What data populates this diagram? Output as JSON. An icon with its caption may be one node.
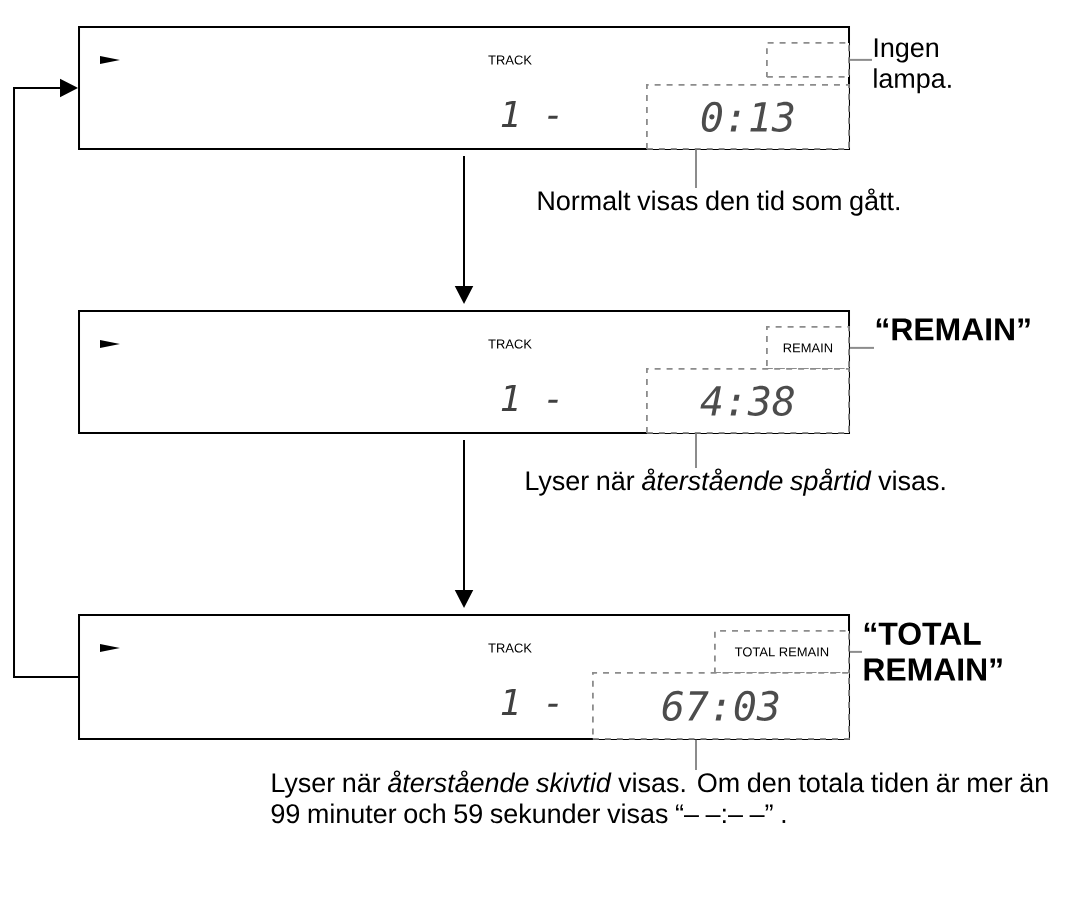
{
  "diagram": {
    "nodes": [
      {
        "text": [
          "TRACK",
          "1 -"
        ]
      },
      {
        "text": [],
        "shape": "box",
        "in": 0
      },
      {
        "text": [
          "0:13"
        ],
        "in": 0
      },
      {
        "text": [
          "Ingen lampa."
        ]
      },
      {
        "text": [
          "Normalt visas den tid som gått."
        ]
      },
      {
        "text": [
          "TRACK",
          "1 -"
        ]
      },
      {
        "text": [
          "REMAIN"
        ],
        "in": 5
      },
      {
        "text": [
          "4:38"
        ],
        "in": 5
      },
      {
        "text": [
          "“REMAIN”"
        ]
      },
      {
        "text": [
          "Lyser när *återstående spårtid* visas."
        ]
      },
      {
        "text": [
          "TRACK",
          "1 -"
        ]
      },
      {
        "text": [
          "TOTAL REMAIN"
        ],
        "in": 10
      },
      {
        "text": [
          "67:03"
        ],
        "in": 10
      },
      {
        "text": [
          "“TOTAL REMAIN”"
        ]
      },
      {
        "text": [
          "Lyser när *återstående skivtid* visas. Om den totala tiden är mer än 99 minuter och 59 sekunder visas “– –:– –” ."
        ]
      }
    ],
    "edges": [
      {
        "from": 0,
        "to": 5,
        "arrow": "to",
        "color": "#000000"
      },
      {
        "from": 5,
        "to": 10,
        "arrow": "to",
        "color": "#000000"
      },
      {
        "from": 10,
        "to": 0,
        "arrow": "to",
        "color": "#000000"
      },
      {
        "from": 3,
        "to": 1,
        "arrow": "none"
      },
      {
        "from": 4,
        "to": 2,
        "arrow": "none"
      },
      {
        "from": 8,
        "to": 6,
        "arrow": "none"
      },
      {
        "from": 9,
        "to": 7,
        "arrow": "none"
      },
      {
        "from": 13,
        "to": 11,
        "arrow": "none"
      },
      {
        "from": 14,
        "to": 12,
        "arrow": "none"
      }
    ]
  }
}
